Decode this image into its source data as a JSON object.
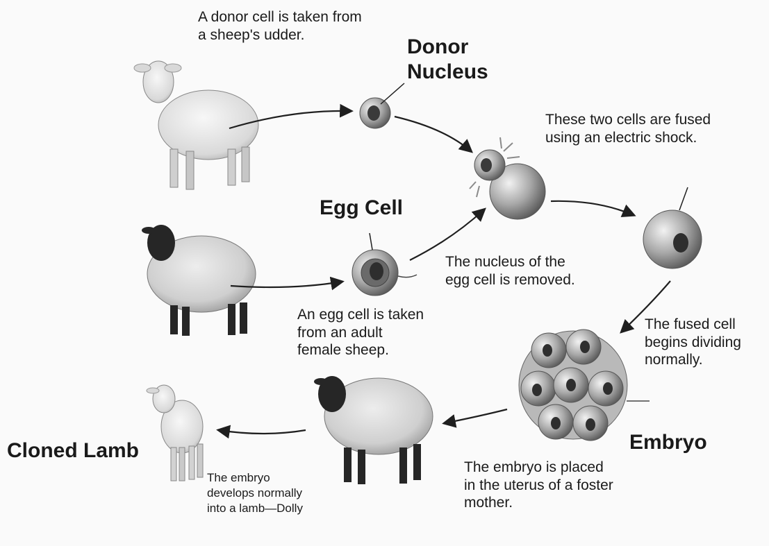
{
  "labels": {
    "donor_cell_text": "A donor cell is taken from\na sheep's udder.",
    "donor_nucleus": "Donor\nNucleus",
    "fused_text": "These two cells are fused\nusing an electric shock.",
    "egg_cell": "Egg Cell",
    "nucleus_removed_text": "The nucleus of the\negg cell is removed.",
    "egg_taken_text": "An egg cell is taken\nfrom an adult\nfemale sheep.",
    "fused_dividing_text": "The fused cell\nbegins dividing\nnormally.",
    "embryo": "Embryo",
    "embryo_placed_text": "The embryo is placed\nin the uterus of a foster\nmother.",
    "cloned_lamb": "Cloned Lamb",
    "lamb_develops_text": "The embryo\ndevelops normally\ninto a lamb—Dolly"
  },
  "colors": {
    "background": "#fafafa",
    "text": "#1a1a1a",
    "arrow": "#1f1f1f",
    "cell_fill": "#9c9c9c",
    "nucleus": "#3a3a3a",
    "sheep_white": "#e2e2e2",
    "sheep_wool": "#d4d4d4",
    "sheep_face": "#262626"
  }
}
